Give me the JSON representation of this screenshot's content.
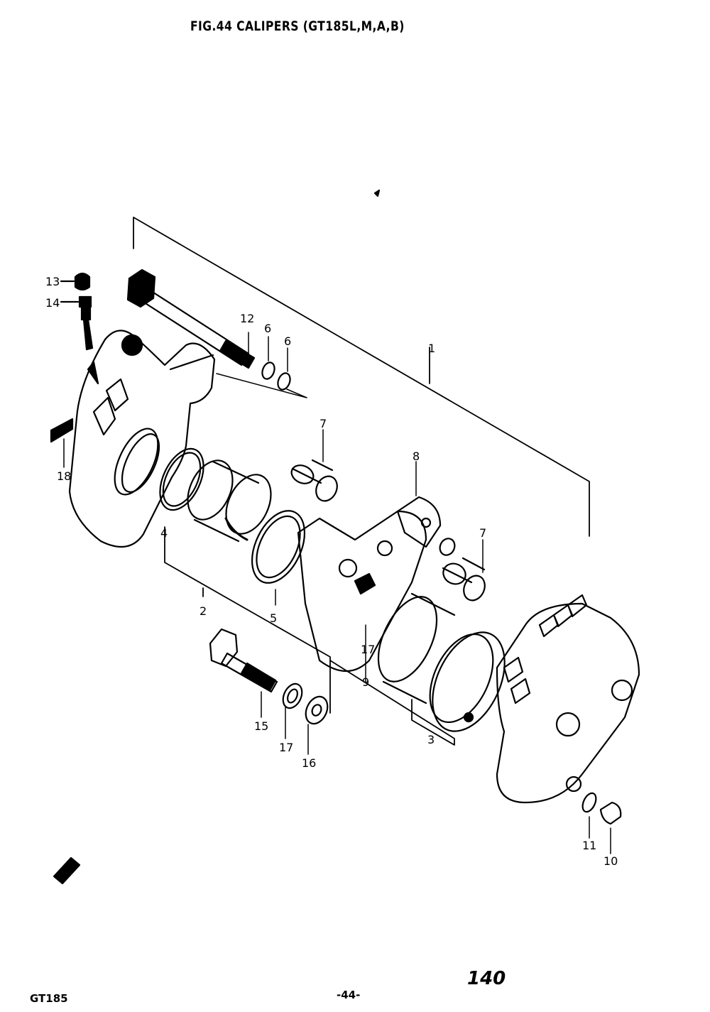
{
  "title": "FIG.44  CALIPERS (GT185L,M,A,B)",
  "footer": {
    "model": "GT185",
    "page": "-44-",
    "page_number": "140"
  },
  "callouts": {
    "c1": "1",
    "c2": "2",
    "c3": "3",
    "c4": "4",
    "c5": "5",
    "c6a": "6",
    "c6b": "6",
    "c7a": "7",
    "c7b": "7",
    "c8": "8",
    "c9": "9",
    "c10": "10",
    "c11": "11",
    "c12": "12",
    "c13": "13",
    "c14": "14",
    "c15": "15",
    "c16": "16",
    "c17a": "17",
    "c17b": "17",
    "c18": "18"
  }
}
